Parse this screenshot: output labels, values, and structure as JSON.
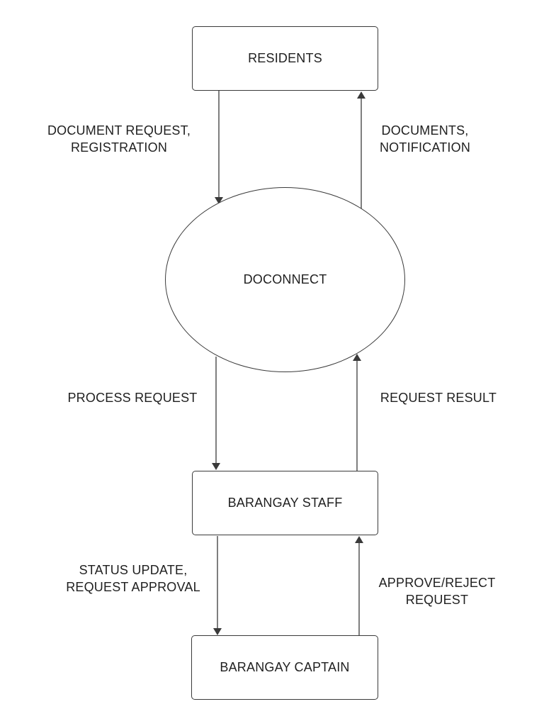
{
  "nodes": {
    "residents": "RESIDENTS",
    "doconnect": "DOCONNECT",
    "barangay_staff": "BARANGAY STAFF",
    "barangay_captain": "BARANGAY CAPTAIN"
  },
  "flows": {
    "residents_to_doconnect": [
      "DOCUMENT REQUEST,",
      "REGISTRATION"
    ],
    "doconnect_to_residents": [
      "DOCUMENTS,",
      "NOTIFICATION"
    ],
    "doconnect_to_staff": [
      "PROCESS REQUEST"
    ],
    "staff_to_doconnect": [
      "REQUEST RESULT"
    ],
    "staff_to_captain": [
      "STATUS UPDATE,",
      "REQUEST APPROVAL"
    ],
    "captain_to_staff": [
      "APPROVE/REJECT",
      "REQUEST"
    ]
  }
}
